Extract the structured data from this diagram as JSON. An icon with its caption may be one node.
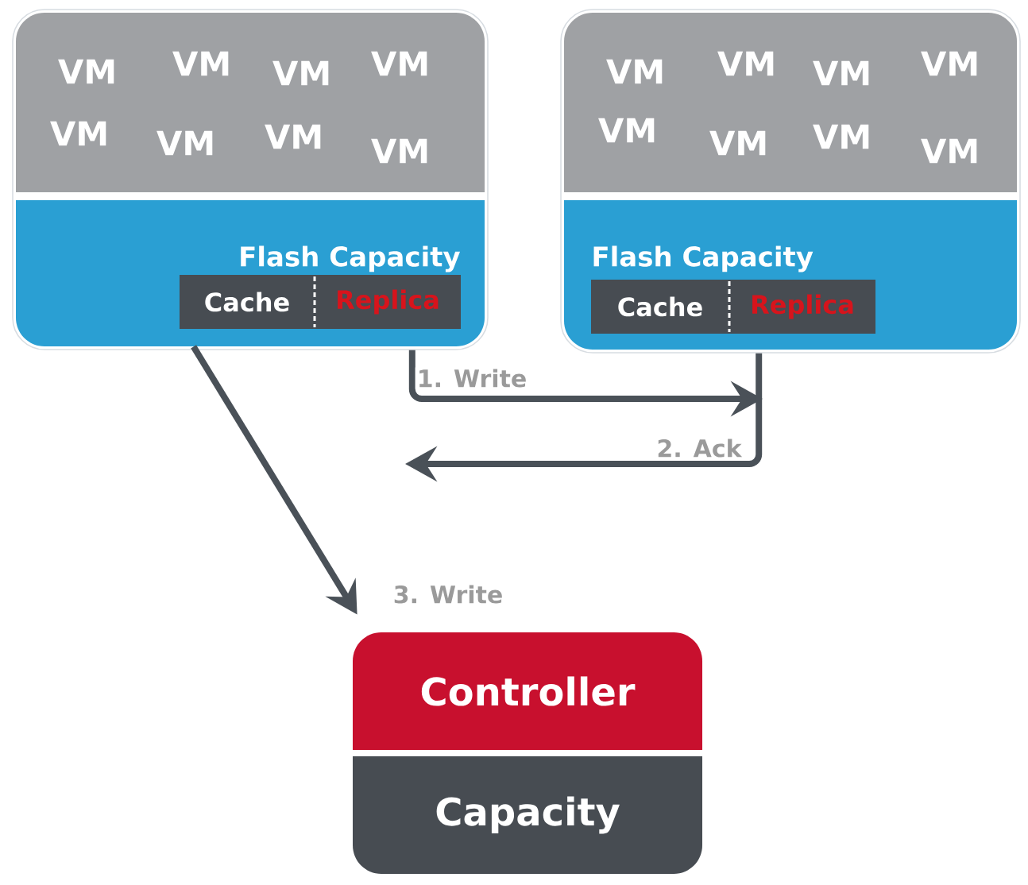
{
  "diagram": {
    "nodes": [
      {
        "text": [],
        "shape": "box"
      },
      {
        "text": [
          "VM",
          "VM",
          "VM",
          "VM",
          "VM",
          "VM",
          "VM",
          "VM"
        ],
        "in": 0
      },
      {
        "text": [
          "Flash Capacity"
        ],
        "in": 0
      },
      {
        "text": [
          "Cache",
          "Replica"
        ],
        "in": 2
      },
      {
        "text": [],
        "shape": "box"
      },
      {
        "text": [
          "VM",
          "VM",
          "VM",
          "VM",
          "VM",
          "VM",
          "VM",
          "VM"
        ],
        "in": 4
      },
      {
        "text": [
          "Flash Capacity"
        ],
        "in": 4
      },
      {
        "text": [
          "Cache",
          "Replica"
        ],
        "in": 6
      },
      {
        "text": [
          "Controller"
        ]
      },
      {
        "text": [
          "Capacity"
        ]
      }
    ],
    "edges": [
      {
        "from": 0,
        "to": null,
        "arrow": "to",
        "label": "1. Write"
      },
      {
        "from": 4,
        "to": null,
        "arrow": "to",
        "label": "2. Ack"
      },
      {
        "from": 3,
        "to": 8,
        "arrow": "to",
        "label": "3. Write"
      }
    ]
  }
}
